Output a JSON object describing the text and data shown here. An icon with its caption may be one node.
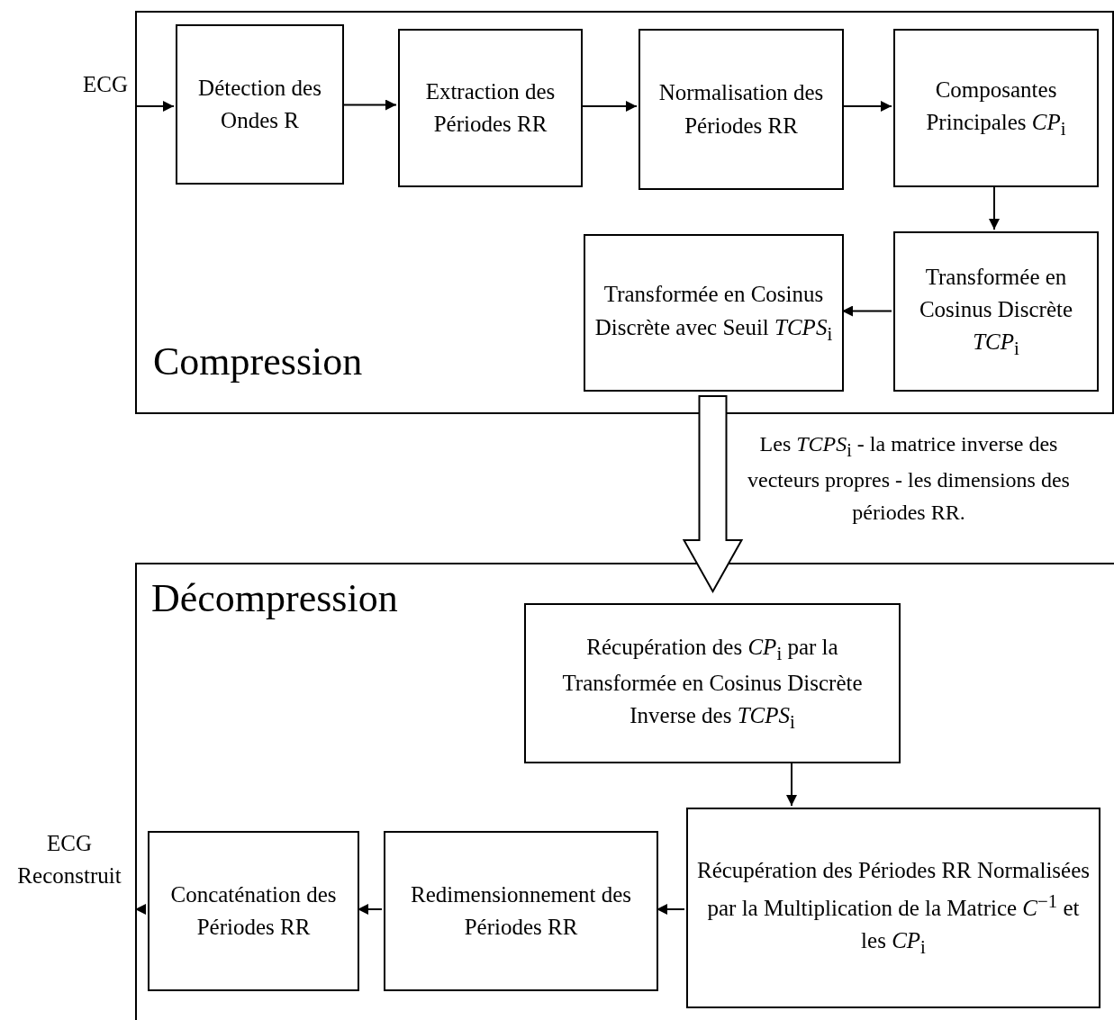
{
  "diagram": {
    "nodes": [
      {
        "text": [
          "Compression"
        ]
      },
      {
        "text": [
          "ECG"
        ]
      },
      {
        "text": [
          "Détection des Ondes R"
        ],
        "in": 0
      },
      {
        "text": [
          "Extraction des Périodes RR"
        ],
        "in": 0
      },
      {
        "text": [
          "Normalisation des Périodes RR"
        ],
        "in": 0
      },
      {
        "text": [
          "Composantes Principales *CP*$_{i}$"
        ],
        "in": 0
      },
      {
        "text": [
          "Transformée en Cosinus Discrète *TCP*$_{i}$"
        ],
        "in": 0
      },
      {
        "text": [
          "Transformée en Cosinus Discrète avec Seuil *TCPS*$_{i}$"
        ],
        "in": 0
      },
      {
        "text": [
          "Décompression"
        ]
      },
      {
        "text": [
          "Récupération des *CP*$_{i}$ par la Transformée en Cosinus Discrète Inverse des *TCPS*$_{i}$"
        ],
        "in": 8
      },
      {
        "text": [
          "Récupération des Périodes RR Normalisées par la Multiplication de la Matrice *C*$^{−1}$ et les *CP*$_{i}$"
        ],
        "in": 8
      },
      {
        "text": [
          "Redimensionnement des Périodes RR"
        ],
        "in": 8
      },
      {
        "text": [
          "Concaténation des Périodes RR"
        ],
        "in": 8
      },
      {
        "text": [
          "ECG Reconstruit"
        ]
      }
    ],
    "edges": [
      {
        "from": 1,
        "to": 2,
        "arrow": "to"
      },
      {
        "from": 2,
        "to": 3,
        "arrow": "to"
      },
      {
        "from": 3,
        "to": 4,
        "arrow": "to"
      },
      {
        "from": 4,
        "to": 5,
        "arrow": "to"
      },
      {
        "from": 5,
        "to": 6,
        "arrow": "to"
      },
      {
        "from": 6,
        "to": 7,
        "arrow": "to"
      },
      {
        "from": 7,
        "to": 9,
        "arrow": "to",
        "style": "thick",
        "label": "Les *TCPS*$_{i}$ - la matrice inverse des vecteurs propres - les dimensions des périodes RR."
      },
      {
        "from": 9,
        "to": 10,
        "arrow": "to"
      },
      {
        "from": 10,
        "to": 11,
        "arrow": "to"
      },
      {
        "from": 11,
        "to": 12,
        "arrow": "to"
      },
      {
        "from": 12,
        "to": 13,
        "arrow": "to"
      }
    ]
  }
}
